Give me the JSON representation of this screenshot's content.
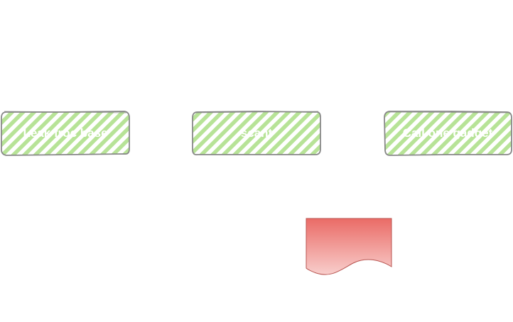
{
  "diagram": {
    "nodes": [
      {
        "label": "Leak froc base",
        "shape": "sketch-rounded-rectangle",
        "fill": "#b7e397",
        "stroke": "#888888",
        "style": "hatched"
      },
      {
        "label": "scant",
        "shape": "sketch-rounded-rectangle",
        "fill": "#b7e397",
        "stroke": "#888888",
        "style": "hatched"
      },
      {
        "label": "Call one gadget",
        "shape": "sketch-rounded-rectangle",
        "fill": "#b7e397",
        "stroke": "#888888",
        "style": "hatched"
      },
      {
        "label": "",
        "shape": "document",
        "fill_top": "#ea6b66",
        "fill_bottom": "#f8cecc",
        "stroke": "#b85450"
      }
    ]
  }
}
